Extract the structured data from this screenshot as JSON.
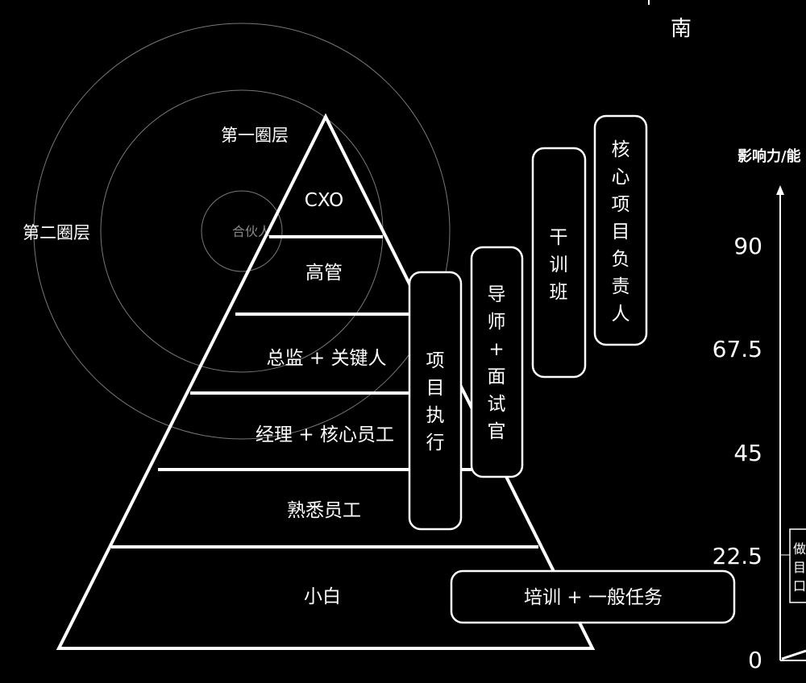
{
  "top_label": "南",
  "circles": {
    "first_ring": "第一圈层",
    "second_ring": "第二圈层",
    "partner": "合伙人"
  },
  "pyramid": {
    "levels": [
      "CXO",
      "高管",
      "总监 + 关键人",
      "经理 + 核心员工",
      "熟悉员工",
      "小白"
    ]
  },
  "boxes": {
    "project_exec": [
      "项",
      "目",
      "执",
      "行"
    ],
    "mentor": [
      "导",
      "师",
      "+",
      "面",
      "试",
      "官"
    ],
    "training_class": [
      "干",
      "训",
      "班"
    ],
    "core_lead": [
      "核",
      "心",
      "项",
      "目",
      "负",
      "责",
      "人"
    ],
    "training_tasks": "培训 + 一般任务"
  },
  "axis": {
    "title": "影响力/能",
    "ticks": [
      "90",
      "67.5",
      "45",
      "22.5",
      "0"
    ],
    "side_box": [
      "做",
      "目",
      "口"
    ]
  }
}
